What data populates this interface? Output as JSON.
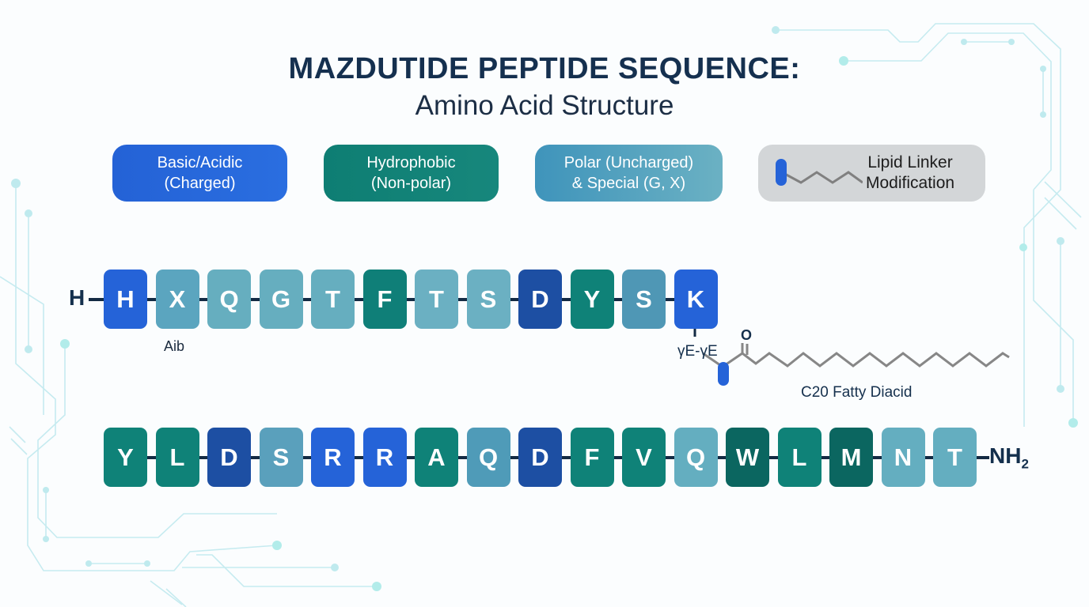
{
  "title": {
    "main": "MAZDUTIDE PEPTIDE SEQUENCE:",
    "sub": "Amino Acid Structure"
  },
  "colors": {
    "charged": "#2563d8",
    "charged_acidic": "#1d4fa3",
    "hydrophobic": "#0f7f78",
    "hydrophobic_dark": "#0b6660",
    "polar": "#64aec0",
    "polar_mid": "#4f9bb8",
    "lipid_bg": "#d3d6d8",
    "chain_line": "#132a43",
    "lipid_chain": "#888888",
    "circuit": "#bfe7ee"
  },
  "legend": [
    {
      "label": "Basic/Acidic\n(Charged)",
      "category": "charged",
      "color": "#2563d8"
    },
    {
      "label": "Hydrophobic\n(Non-polar)",
      "category": "hydrophobic",
      "color": "#118076"
    },
    {
      "label": "Polar (Uncharged)\n& Special (G, X)",
      "category": "polar",
      "color": "#4ea3bf"
    },
    {
      "label": "Lipid Linker\nModification",
      "category": "lipid",
      "color": "#d3d6d8",
      "icon": "lipid-chain-icon"
    }
  ],
  "sequence": {
    "n_terminus": "H",
    "c_terminus": "NH",
    "c_terminus_sub": "2",
    "row1": [
      {
        "aa": "H",
        "color": "#2563d8"
      },
      {
        "aa": "X",
        "color": "#5ba5bf",
        "note": "Aib"
      },
      {
        "aa": "Q",
        "color": "#66aebf"
      },
      {
        "aa": "G",
        "color": "#66aebf"
      },
      {
        "aa": "T",
        "color": "#66aebf"
      },
      {
        "aa": "F",
        "color": "#0f7f78"
      },
      {
        "aa": "T",
        "color": "#6bb0c2"
      },
      {
        "aa": "S",
        "color": "#6bb0c2"
      },
      {
        "aa": "D",
        "color": "#1d4fa3"
      },
      {
        "aa": "Y",
        "color": "#0f8278"
      },
      {
        "aa": "S",
        "color": "#4f97b5"
      },
      {
        "aa": "K",
        "color": "#2563d8"
      }
    ],
    "row2": [
      {
        "aa": "Y",
        "color": "#0f8278"
      },
      {
        "aa": "L",
        "color": "#0f8278"
      },
      {
        "aa": "D",
        "color": "#1d4fa3"
      },
      {
        "aa": "S",
        "color": "#5aa0bc"
      },
      {
        "aa": "R",
        "color": "#2563d8"
      },
      {
        "aa": "R",
        "color": "#2563d8"
      },
      {
        "aa": "A",
        "color": "#0f8278"
      },
      {
        "aa": "Q",
        "color": "#4f9bb8"
      },
      {
        "aa": "D",
        "color": "#1d4fa3"
      },
      {
        "aa": "F",
        "color": "#0f8278"
      },
      {
        "aa": "V",
        "color": "#0f8278"
      },
      {
        "aa": "Q",
        "color": "#64aec0"
      },
      {
        "aa": "W",
        "color": "#0b6660"
      },
      {
        "aa": "L",
        "color": "#0f8278"
      },
      {
        "aa": "M",
        "color": "#0b6660"
      },
      {
        "aa": "N",
        "color": "#64aec0"
      },
      {
        "aa": "T",
        "color": "#64aec0"
      }
    ]
  },
  "modification": {
    "linker_label": "γE-γE",
    "carbonyl_label": "O",
    "fatty_acid_label": "C20 Fatty Diacid"
  }
}
